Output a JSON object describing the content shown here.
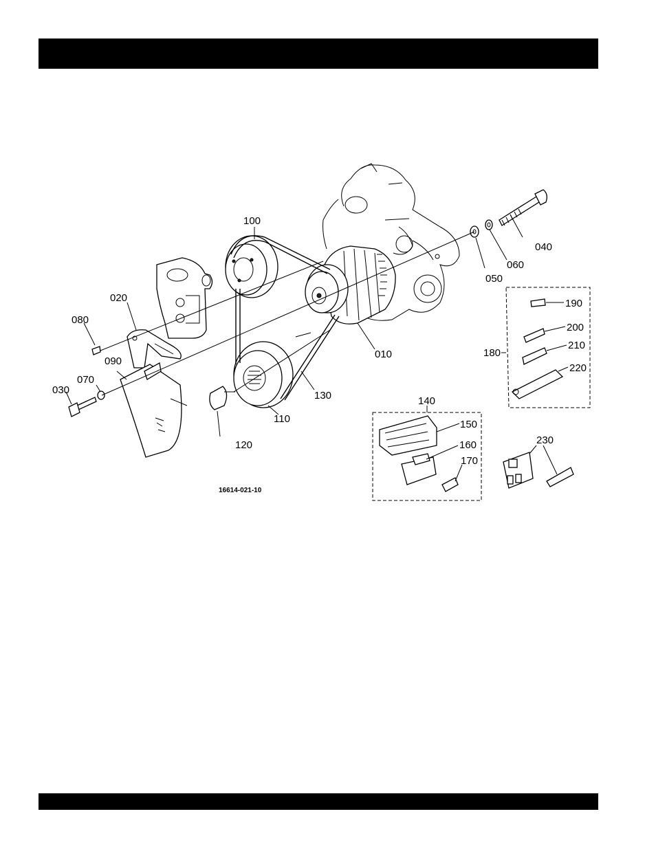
{
  "diagram": {
    "drawing_code": "16614-021-10",
    "labels": {
      "p010": "010",
      "p020": "020",
      "p030": "030",
      "p040": "040",
      "p050": "050",
      "p060": "060",
      "p070": "070",
      "p080": "080",
      "p090": "090",
      "p100": "100",
      "p110": "110",
      "p120": "120",
      "p130": "130",
      "p140": "140",
      "p150": "150",
      "p160": "160",
      "p170": "170",
      "p180": "180",
      "p190": "190",
      "p200": "200",
      "p210": "210",
      "p220": "220",
      "p230": "230"
    }
  }
}
